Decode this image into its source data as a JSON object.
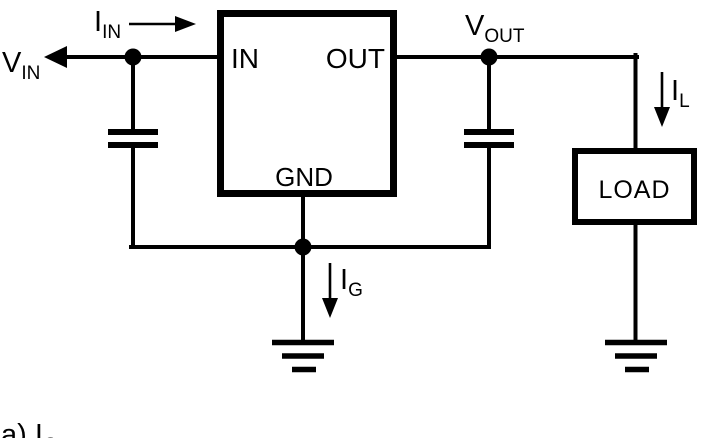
{
  "colors": {
    "line": "#000000",
    "background": "#ffffff"
  },
  "regulator": {
    "pin_in": "IN",
    "pin_out": "OUT",
    "pin_gnd": "GND"
  },
  "load": {
    "label": "LOAD"
  },
  "labels": {
    "v_in": {
      "main": "V",
      "sub": "IN"
    },
    "i_in": {
      "main": "I",
      "sub": "IN"
    },
    "v_out": {
      "main": "V",
      "sub": "OUT"
    },
    "i_l": {
      "main": "I",
      "sub": "L"
    },
    "i_g": {
      "main": "I",
      "sub": "G"
    }
  },
  "caption": {
    "fragment_main": "a) I",
    "fragment_sub": "G"
  }
}
